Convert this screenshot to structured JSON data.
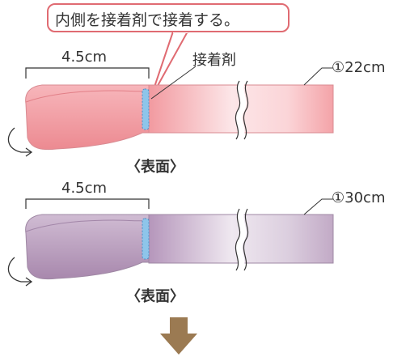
{
  "callout": {
    "text": "内側を接着剤で接着する。"
  },
  "top_strip": {
    "dimension_label": "4.5cm",
    "adhesive_label": "接着剤",
    "length_label": "①22cm",
    "side_caption": "〈表面〉",
    "color": "#f4a3a8"
  },
  "bottom_strip": {
    "dimension_label": "4.5cm",
    "length_label": "①30cm",
    "side_caption": "〈表面〉",
    "color": "#c6afc9"
  },
  "colors": {
    "adhesive": "#8ec5ea",
    "arrow": "#9b7a52",
    "callout_border": "#e06b72"
  },
  "icons": [
    "curl-arrow-icon",
    "break-mark-icon",
    "down-arrow-icon"
  ]
}
